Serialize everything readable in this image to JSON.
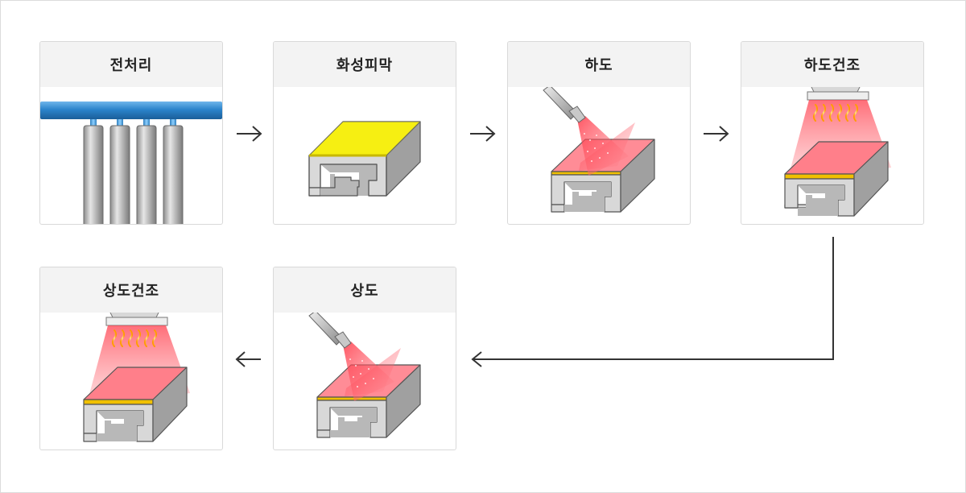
{
  "steps": [
    {
      "label": "전처리"
    },
    {
      "label": "화성피막"
    },
    {
      "label": "하도"
    },
    {
      "label": "하도건조"
    },
    {
      "label": "상도"
    },
    {
      "label": "상도건조"
    }
  ],
  "colors": {
    "card_border": "#d9d9d9",
    "header_bg": "#f3f3f3",
    "pipe_blue": "#2e86c9",
    "metal_gray": "#a8a8a8",
    "film_yellow": "#f0e000",
    "paint_red": "#ff4f5e",
    "arrow": "#333333"
  },
  "icons": [
    "pipe-nozzle-illustration",
    "profile-block-icon",
    "spray-gun-icon",
    "heat-lamp-icon",
    "arrow-right-icon",
    "arrow-left-icon"
  ]
}
